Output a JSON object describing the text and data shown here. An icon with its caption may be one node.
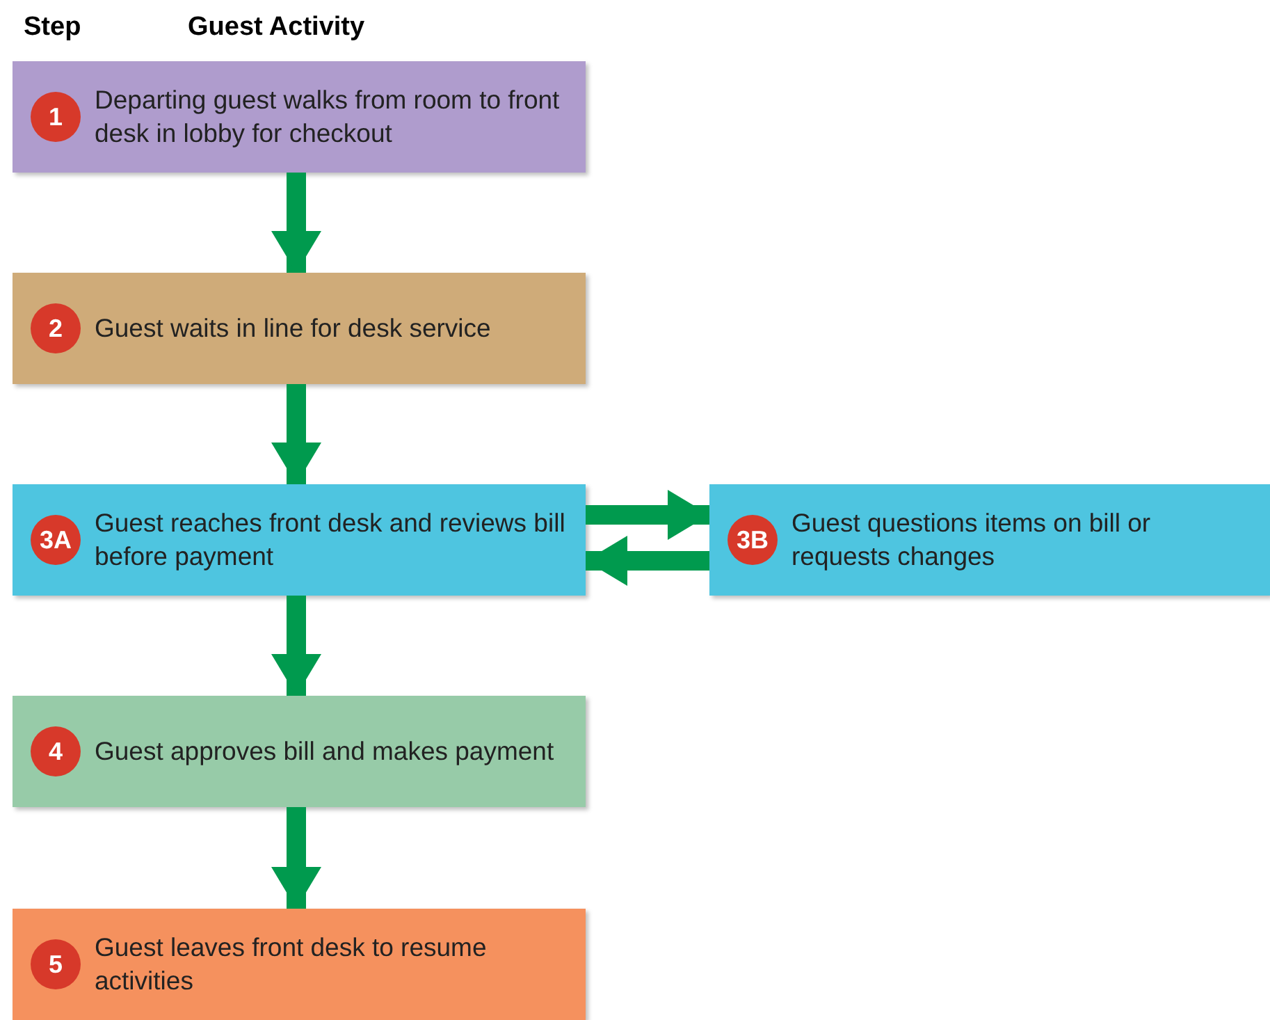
{
  "diagram": {
    "nodes": [
      {
        "text": [
          "1",
          "Departing guest walks from room to front desk in lobby for checkout"
        ]
      },
      {
        "text": [
          "2",
          "Guest waits in line for desk service"
        ]
      },
      {
        "text": [
          "3A",
          "Guest reaches front desk and reviews bill before payment"
        ]
      },
      {
        "text": [
          "3B",
          "Guest questions items on bill or requests changes"
        ]
      },
      {
        "text": [
          "4",
          "Guest approves bill and makes payment"
        ]
      },
      {
        "text": [
          "5",
          "Guest leaves front desk to resume activities"
        ]
      }
    ],
    "edges": [
      {
        "from": 0,
        "to": 1,
        "arrow": "to"
      },
      {
        "from": 1,
        "to": 2,
        "arrow": "to"
      },
      {
        "from": 2,
        "to": 3,
        "arrow": "to"
      },
      {
        "from": 3,
        "to": 2,
        "arrow": "to"
      },
      {
        "from": 2,
        "to": 4,
        "arrow": "to"
      },
      {
        "from": 4,
        "to": 5,
        "arrow": "to"
      }
    ],
    "labels": [
      "Step",
      "Guest Activity"
    ]
  }
}
